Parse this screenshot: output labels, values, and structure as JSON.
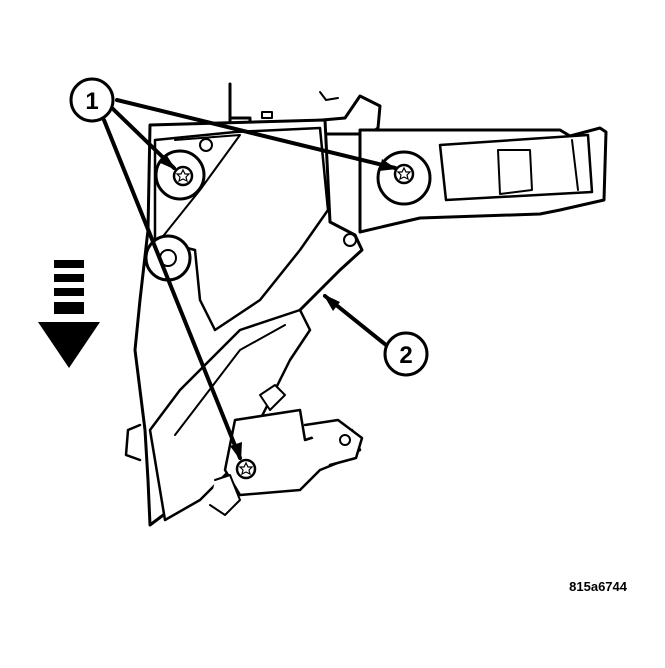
{
  "callouts": [
    {
      "id": "1",
      "label": "1"
    },
    {
      "id": "2",
      "label": "2"
    }
  ],
  "figure_code": "815a6744",
  "icons": {
    "direction_arrow": "down-arrow-icon",
    "fasteners": "torx-screw-icon"
  },
  "colors": {
    "line": "#000000",
    "fill": "#ffffff"
  }
}
